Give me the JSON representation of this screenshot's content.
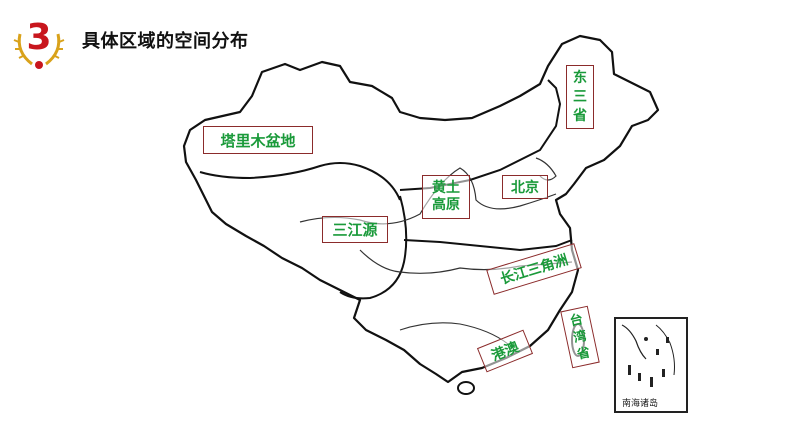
{
  "slide": {
    "number": "3",
    "title": "具体区域的空间分布"
  },
  "map": {
    "labels": {
      "tarim": "塔里木盆地",
      "sanjiangyuan": "三江源",
      "loess_line1": "黄土",
      "loess_line2": "高原",
      "beijing": "北京",
      "northeast_line1": "东",
      "northeast_line2": "三",
      "northeast_line3": "省",
      "yangtze_delta": "长江三角洲",
      "taiwan_line1": "台",
      "taiwan_line2": "湾",
      "taiwan_line3": "省",
      "hk_macau": "港澳"
    },
    "inset_caption": "南海诸岛"
  },
  "colors": {
    "accent_red": "#c8161d",
    "label_green": "#1a9a3a",
    "label_border": "#8b2b2b",
    "outline": "#111111"
  }
}
